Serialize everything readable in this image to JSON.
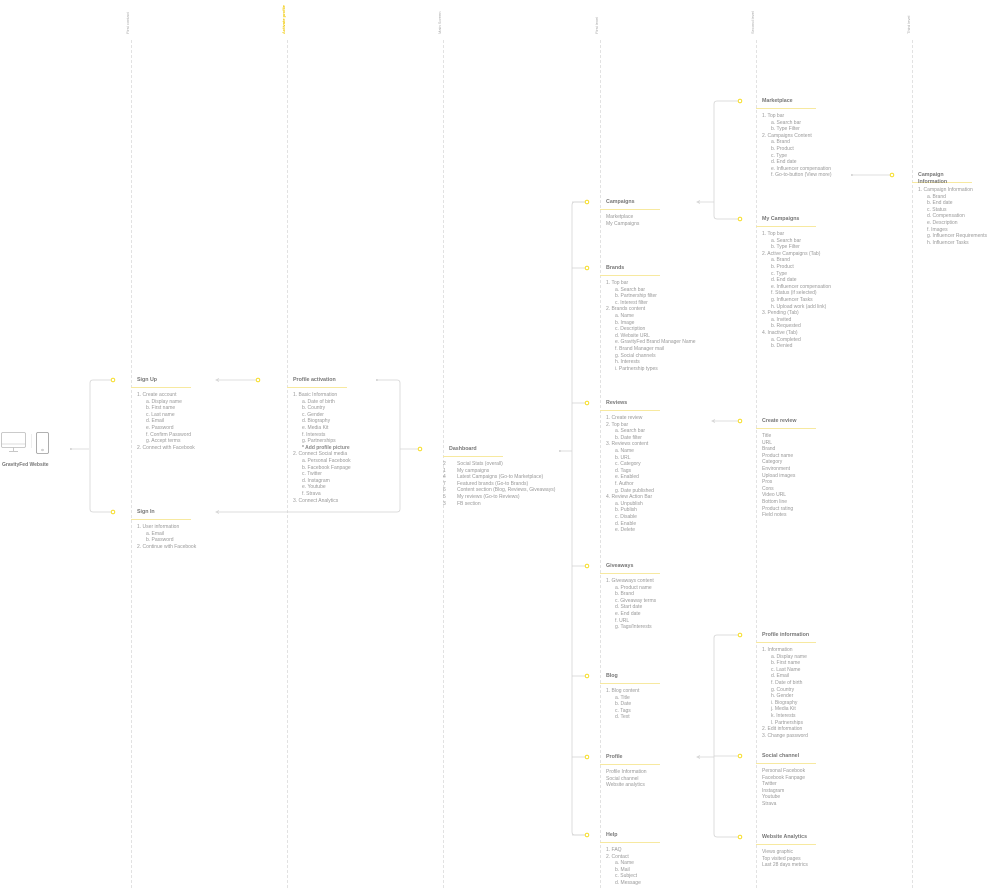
{
  "columns": [
    {
      "label": "First contact",
      "active": false
    },
    {
      "label": "Activate profile",
      "active": true
    },
    {
      "label": "Main Screen",
      "active": false
    },
    {
      "label": "First level",
      "active": false
    },
    {
      "label": "Second level",
      "active": false
    },
    {
      "label": "Third level",
      "active": false
    }
  ],
  "website": {
    "label": "GravityFed Website"
  },
  "accent": "#f5d90a",
  "cards": {
    "signup": {
      "title": "Sign Up",
      "items": [
        {
          "text": "1. Create account",
          "sub": [
            "a. Display name",
            "b. First name",
            "c. Last name",
            "d. Email",
            "e. Password",
            "f. Confirm Password",
            "g. Accept terms"
          ]
        },
        {
          "text": "2. Connect with Facebook"
        }
      ]
    },
    "signin": {
      "title": "Sign In",
      "items": [
        {
          "text": "1. User information",
          "sub": [
            "a. Email",
            "b. Password"
          ]
        },
        {
          "text": "2. Continue with Facebook"
        }
      ]
    },
    "profileact": {
      "title": "Profile activation",
      "items": [
        {
          "text": "1. Basic Information",
          "sub": [
            "a. Date of birth",
            "b. Country",
            "c. Gender",
            "d. Biography",
            "e. Media Kit",
            "f. Interests",
            "g. Partnerships",
            "* Add profile picture"
          ]
        },
        {
          "text": "2. Connect Social media",
          "sub": [
            "a. Personal Facebook",
            "b. Facebook Fanpage",
            "c. Twitter",
            "d. Instagram",
            "e. Youtube",
            "f. Strava"
          ]
        },
        {
          "text": "3. Connect Analytics"
        }
      ]
    },
    "campaigns": {
      "title": "Campaigns",
      "items": [
        {
          "text": "Marketplace"
        },
        {
          "text": "My Campaigns"
        }
      ]
    },
    "brands": {
      "title": "Brands",
      "items": [
        {
          "text": "1. Top bar",
          "sub": [
            "a. Search bar",
            "b. Partnership filter",
            "c. Interest filter"
          ]
        },
        {
          "text": "2. Brands content",
          "sub": [
            "a. Name",
            "b. Image",
            "c. Description",
            "d. Website URL",
            "e. GravityFed Brand Manager Name",
            "f. Brand Manager mail",
            "g. Social channels",
            "h. Interests",
            "i. Partnership types"
          ]
        }
      ]
    },
    "reviews": {
      "title": "Reviews",
      "items": [
        {
          "text": "1. Create review"
        },
        {
          "text": "2. Top bar",
          "sub": [
            "a. Search bar",
            "b. Date filter"
          ]
        },
        {
          "text": "3. Reviews content",
          "sub": [
            "a. Name",
            "b. URL",
            "c. Category",
            "d. Tags",
            "e. Enabled",
            "f. Author",
            "g. Date published"
          ]
        },
        {
          "text": "4. Review Action Bar",
          "sub": [
            "a. Unpublish",
            "b. Publish",
            "c. Disable",
            "d. Enable",
            "e. Delete"
          ]
        }
      ]
    },
    "giveaways": {
      "title": "Giveaways",
      "items": [
        {
          "text": "1. Giveaways content",
          "sub": [
            "a. Product name",
            "b. Brand",
            "c. Giveaway terms",
            "d. Start date",
            "e. End date",
            "f. URL",
            "g. Tags/Interests"
          ]
        }
      ]
    },
    "blog": {
      "title": "Blog",
      "items": [
        {
          "text": "1. Blog content",
          "sub": [
            "a. Title",
            "b. Date",
            "c. Tags",
            "d. Text"
          ]
        }
      ]
    },
    "profile": {
      "title": "Profile",
      "items": [
        {
          "text": "Profile Information"
        },
        {
          "text": "Social channel"
        },
        {
          "text": "Website analytics"
        }
      ]
    },
    "help": {
      "title": "Help",
      "items": [
        {
          "text": "1. FAQ"
        },
        {
          "text": "2. Contact",
          "sub": [
            "a. Name",
            "b. Mail",
            "c. Subject",
            "d. Message"
          ]
        }
      ]
    },
    "marketplace": {
      "title": "Marketplace",
      "items": [
        {
          "text": "1. Top bar",
          "sub": [
            "a. Search bar",
            "b. Type Filter"
          ]
        },
        {
          "text": "2. Campaigns Content",
          "sub": [
            "a. Brand",
            "b. Product",
            "c. Type",
            "d. End date",
            "e. Influencer compensation",
            "f. Go-to-button (View more)"
          ]
        }
      ]
    },
    "mycampaigns": {
      "title": "My Campaigns",
      "items": [
        {
          "text": "1. Top bar",
          "sub": [
            "a. Search bar",
            "b. Type Filter"
          ]
        },
        {
          "text": "2. Active Campaigns (Tab)",
          "sub": [
            "a. Brand",
            "b. Product",
            "c. Type",
            "d. End date",
            "e. Influencer compensation",
            "f. Status (if selected)",
            "g. Influencer Tasks",
            "h. Upload work (add link)"
          ]
        },
        {
          "text": "3. Pending (Tab)",
          "sub": [
            "a. Invited",
            "b. Requested"
          ]
        },
        {
          "text": "4. Inactive (Tab)",
          "sub": [
            "a. Completed",
            "b. Denied"
          ]
        }
      ]
    },
    "campaigninfo": {
      "title": "Campaign Information",
      "items": [
        {
          "text": "1. Campaign Information",
          "sub": [
            "a. Brand",
            "b. End date",
            "c. Status",
            "d. Compensation",
            "e. Description",
            "f. Images",
            "g. Influencer Requirements",
            "h. Influencer Tasks"
          ]
        }
      ]
    },
    "createreview": {
      "title": "Create review",
      "items": [
        {
          "text": "Title"
        },
        {
          "text": "URL"
        },
        {
          "text": "Brand"
        },
        {
          "text": "Product name"
        },
        {
          "text": "Category"
        },
        {
          "text": "Environment"
        },
        {
          "text": "Upload images"
        },
        {
          "text": "Pros"
        },
        {
          "text": "Cons"
        },
        {
          "text": "Video URL"
        },
        {
          "text": "Bottom line"
        },
        {
          "text": "Product rating"
        },
        {
          "text": "Field notes"
        }
      ]
    },
    "profileinfo": {
      "title": "Profile information",
      "items": [
        {
          "text": "1. Information",
          "sub": [
            "a. Display name",
            "b. First name",
            "c. Last Name",
            "d. Email",
            "f. Date of birth",
            "g. Country",
            "h. Gender",
            "i. Biography",
            "j. Media Kit",
            "k. Interests",
            "l. Partnerships"
          ]
        },
        {
          "text": "2. Edit information"
        },
        {
          "text": "3. Change password"
        }
      ]
    },
    "socialchannel": {
      "title": "Social channel",
      "items": [
        {
          "text": "Personal Facebook"
        },
        {
          "text": "Facebook Fanpage"
        },
        {
          "text": "Twitter"
        },
        {
          "text": "Instagram"
        },
        {
          "text": "Youtube"
        },
        {
          "text": "Strava"
        }
      ]
    },
    "webanalytics": {
      "title": "Website Analytics",
      "items": [
        {
          "text": "Views graphic"
        },
        {
          "text": "Top visited pages"
        },
        {
          "text": "Last 28 days metrics"
        }
      ]
    }
  },
  "dashboard": {
    "title": "Dashboard",
    "items": [
      {
        "num": "2",
        "text": "Social Stats (overall)"
      },
      {
        "num": "1",
        "text": "My campaigns"
      },
      {
        "num": "4",
        "text": "Latest Campaigns (Go-to Marketplace)"
      },
      {
        "num": "7",
        "text": "Featured brands (Go-to Brands)"
      },
      {
        "num": "6",
        "text": "Content section (Blog, Reviews, Giveaways)"
      },
      {
        "num": "5",
        "text": "My reviews (Go-to Reviews)"
      },
      {
        "num": "3",
        "text": "FB section"
      }
    ]
  }
}
